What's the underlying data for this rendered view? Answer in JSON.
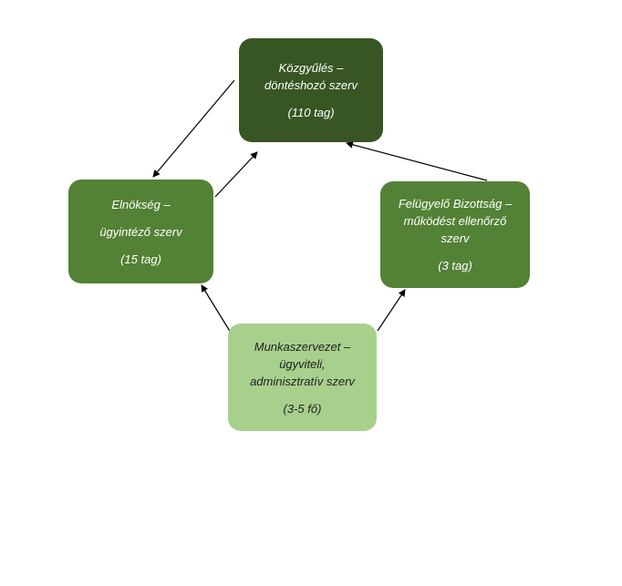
{
  "colors": {
    "dark_green": "#375623",
    "mid_green": "#538135",
    "light_green": "#a8d08d",
    "arrow": "#000000"
  },
  "nodes": {
    "kozgyules": {
      "lines": [
        "Közgyűlés –",
        "döntéshozó szerv"
      ],
      "count": "(110 tag)"
    },
    "elnokseg": {
      "lines": [
        "Elnökség –",
        "ügyintéző szerv"
      ],
      "count": "(15 tag)"
    },
    "felugyelo": {
      "lines": [
        "Felügyelő Bizottság –",
        "működést ellenőrző",
        "szerv"
      ],
      "count": "(3 tag)"
    },
    "munka": {
      "lines": [
        "Munkaszervezet –",
        "ügyviteli,",
        "adminisztratív szerv"
      ],
      "count": "(3-5 fő)"
    }
  }
}
